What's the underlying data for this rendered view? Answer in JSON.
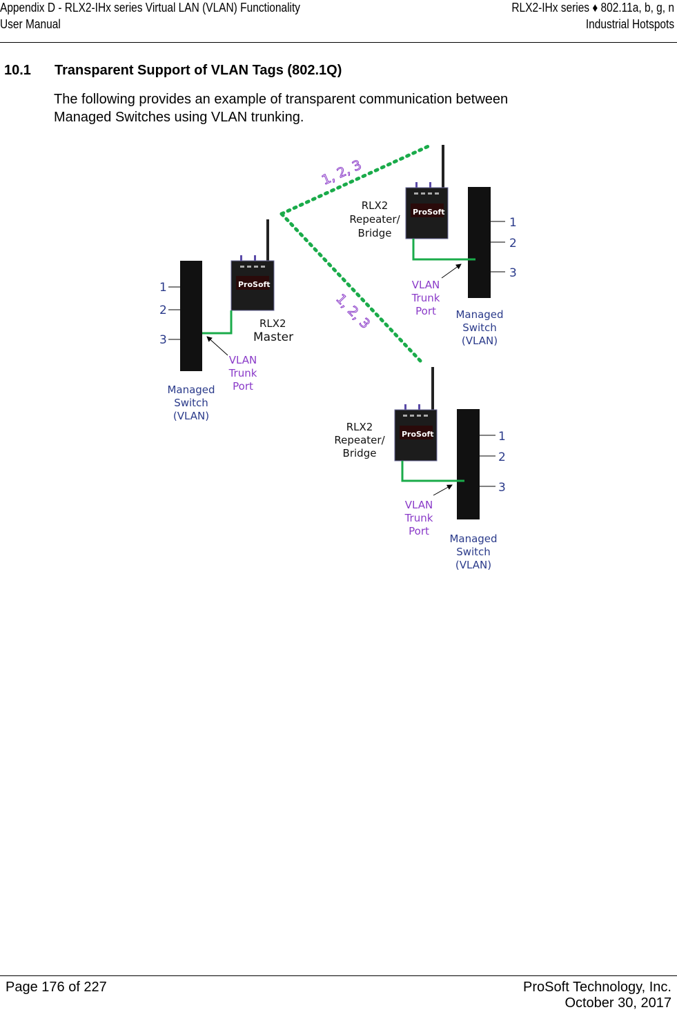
{
  "header": {
    "left_line1": "Appendix D - RLX2-IHx series Virtual LAN (VLAN) Functionality",
    "left_line2": "User Manual",
    "right_line1": "RLX2-IHx series ♦ 802.11a, b, g, n",
    "right_line2": "Industrial Hotspots"
  },
  "section": {
    "number": "10.1",
    "title": "Transparent Support of VLAN Tags (802.1Q)",
    "body_line1": "The following provides an example of transparent communication between",
    "body_line2": "Managed Switches using VLAN trunking."
  },
  "diagram": {
    "link_label": "1, 2, 3",
    "ports": [
      "1",
      "2",
      "3"
    ],
    "device_brand": "ProSoft",
    "master": {
      "line1": "RLX2",
      "line2": "Master"
    },
    "repeater": {
      "line1": "RLX2",
      "line2": "Repeater/",
      "line3": "Bridge"
    },
    "trunk": {
      "line1": "VLAN",
      "line2": "Trunk",
      "line3": "Port"
    },
    "switch": {
      "line1": "Managed",
      "line2": "Switch",
      "line3": "(VLAN)"
    },
    "colors": {
      "link": "#1aab4a",
      "label_purple": "#8a3ac8",
      "label_blue": "#2a3a8a",
      "switch": "#111111"
    }
  },
  "footer": {
    "page": "Page 176 of 227",
    "company": "ProSoft Technology, Inc.",
    "date": "October 30, 2017"
  }
}
